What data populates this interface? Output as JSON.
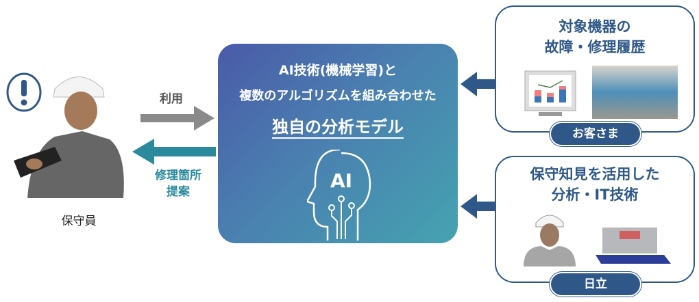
{
  "worker": {
    "label": "保守員"
  },
  "arrows": {
    "use_label": "利用",
    "proposal_label_1": "修理箇所",
    "proposal_label_2": "提案"
  },
  "center": {
    "line1": "AI技術(機械学習)と",
    "line2": "複数のアルゴリズムを組み合わせた",
    "line3": "独自の分析モデル",
    "icon_text": "AI"
  },
  "customer_box": {
    "title_1": "対象機器の",
    "title_2": "故障・修理履歴",
    "pill": "お客さま"
  },
  "hitachi_box": {
    "title_1": "保守知見を活用した",
    "title_2": "分析・IT技術",
    "pill": "日立"
  },
  "colors": {
    "navy": "#2f5888",
    "teal": "#2a8a9c",
    "gray_arrow": "#8a8a8a"
  }
}
